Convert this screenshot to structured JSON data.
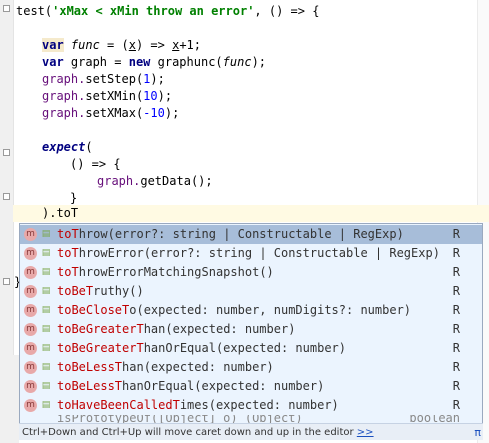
{
  "code": {
    "line1": {
      "fn": "test(",
      "str": "'xMax < xMin throw an error'",
      "rest": ", () => {"
    },
    "line2": {
      "kw": "var",
      "name": "func",
      "mid1": " = (",
      "param": "x",
      "mid2": ") => ",
      "ref": "x",
      "tail": "+1;"
    },
    "line3": {
      "kw": "var",
      "name": " graph = ",
      "kw2": "new",
      "tail": " graphunc(",
      "arg": "func",
      "end": ");"
    },
    "line4": {
      "obj": "graph.",
      "method": "setStep",
      "open": "(",
      "num": "1",
      "close": ");"
    },
    "line5": {
      "obj": "graph.",
      "method": "setXMin",
      "open": "(",
      "num": "10",
      "close": ");"
    },
    "line6": {
      "obj": "graph.",
      "method": "setXMax",
      "open": "(",
      "num": "-10",
      "close": ");"
    },
    "line7": {
      "fn": "expect",
      "tail": "("
    },
    "line8": {
      "text": "() => {"
    },
    "line9": {
      "obj": "graph.",
      "method": "getData",
      "tail": "();"
    },
    "line10": {
      "text": "}"
    },
    "line11": {
      "text": ").toT"
    },
    "line_end": {
      "text": "}"
    }
  },
  "completion": {
    "items": [
      {
        "badge": "m",
        "hl": "toT",
        "rest": "hrow",
        "params": "(error?: string | Constructable | RegExp)",
        "type": "R"
      },
      {
        "badge": "m",
        "hl": "toT",
        "rest": "hrowError",
        "params": "(error?: string | Constructable | RegExp)",
        "type": "R"
      },
      {
        "badge": "m",
        "hl": "toT",
        "rest": "hrowErrorMatchingSnapshot",
        "params": "()",
        "type": "R"
      },
      {
        "badge": "m",
        "hl": "toBeT",
        "rest": "ruthy",
        "params": "()",
        "type": "R"
      },
      {
        "badge": "m",
        "hl": "toBeCloseT",
        "rest": "o",
        "params": "(expected: number, numDigits?: number)",
        "type": "R"
      },
      {
        "badge": "m",
        "hl": "toBeGreaterT",
        "rest": "han",
        "params": "(expected: number)",
        "type": "R"
      },
      {
        "badge": "m",
        "hl": "toBeGreaterT",
        "rest": "hanOrEqual",
        "params": "(expected: number)",
        "type": "R"
      },
      {
        "badge": "m",
        "hl": "toBeLessT",
        "rest": "han",
        "params": "(expected: number)",
        "type": "R"
      },
      {
        "badge": "m",
        "hl": "toBeLessT",
        "rest": "hanOrEqual",
        "params": "(expected: number)",
        "type": "R"
      },
      {
        "badge": "m",
        "hl": "toHaveBeenCalledT",
        "rest": "imes",
        "params": "(expected: number)",
        "type": "R"
      }
    ],
    "truncated": {
      "text": "isPrototypeOf([Object] o) (Object)",
      "type": "boolean"
    },
    "status_text": "Ctrl+Down and Ctrl+Up will move caret down and up in the editor",
    "status_link": ">>",
    "pi": "π"
  },
  "colors": {
    "selected": "#a7bdd9",
    "popup_bg": "#ebf4fe",
    "highlight": "#c00000"
  }
}
